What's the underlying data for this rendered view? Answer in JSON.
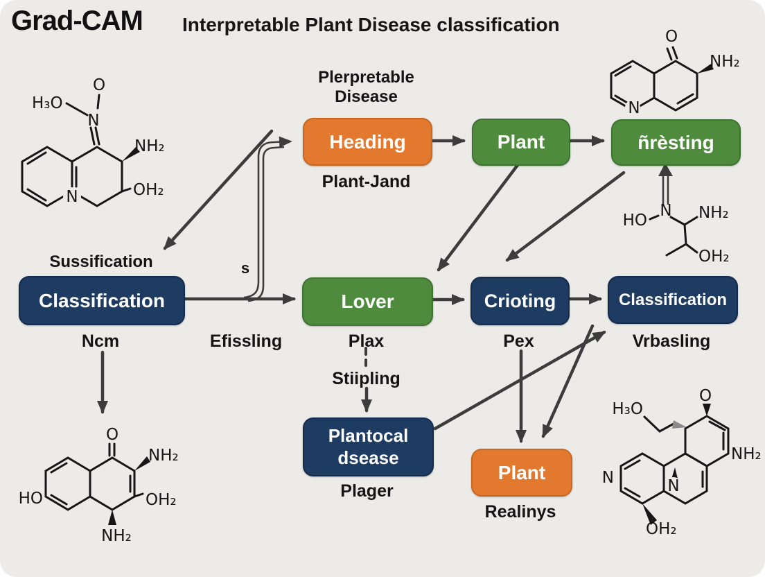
{
  "header": {
    "brand": "Grad-CAM",
    "title": "Interpretable Plant Disease classification"
  },
  "colors": {
    "orange": "#E2792E",
    "green": "#4E8B3C",
    "navy": "#1E3B61",
    "arrow": "#3C3C3C",
    "background": "#ECEBE8"
  },
  "boxes": {
    "heading": "Heading",
    "plant_top": "Plant",
    "firesting": "ñrèsting",
    "classification_left": "Classification",
    "lover": "Lover",
    "crioting": "Crioting",
    "classification_right": "Classification",
    "plantocal": "Plantocal dsease",
    "plant_bottom": "Plant"
  },
  "captions": {
    "above_heading": "Plerpretable Disease",
    "below_heading": "Plant-Jand",
    "above_classification_left": "Sussification",
    "below_classification_left": "Ncm",
    "efissling": "Efissling",
    "plax": "Plax",
    "pex": "Pex",
    "vrbasling": "Vrbasling",
    "stiipling": "Stiipling",
    "plager": "Plager",
    "realinys": "Realinys",
    "s_connector": "s"
  },
  "molecules": {
    "top_left": {
      "h3o": "H₃O",
      "o": "O",
      "n_imine": "N",
      "nh2": "NH₂",
      "oh2": "OH₂",
      "n_ring": "N"
    },
    "top_right": {
      "o": "O",
      "nh2": "NH₂",
      "n_ring": "N"
    },
    "mid_right": {
      "ho": "HO",
      "n": "N",
      "nh2": "NH₂",
      "oh2": "OH₂"
    },
    "bottom_left": {
      "o": "O",
      "nh2_top": "NH₂",
      "oh2": "OH₂",
      "nh2_bottom": "NH₂",
      "ho": "HO"
    },
    "bottom_right": {
      "h3o": "H₃O",
      "o": "O",
      "nh2": "NH₂",
      "n_left": "N",
      "n_mid": "N",
      "oh2": "OH₂"
    }
  }
}
